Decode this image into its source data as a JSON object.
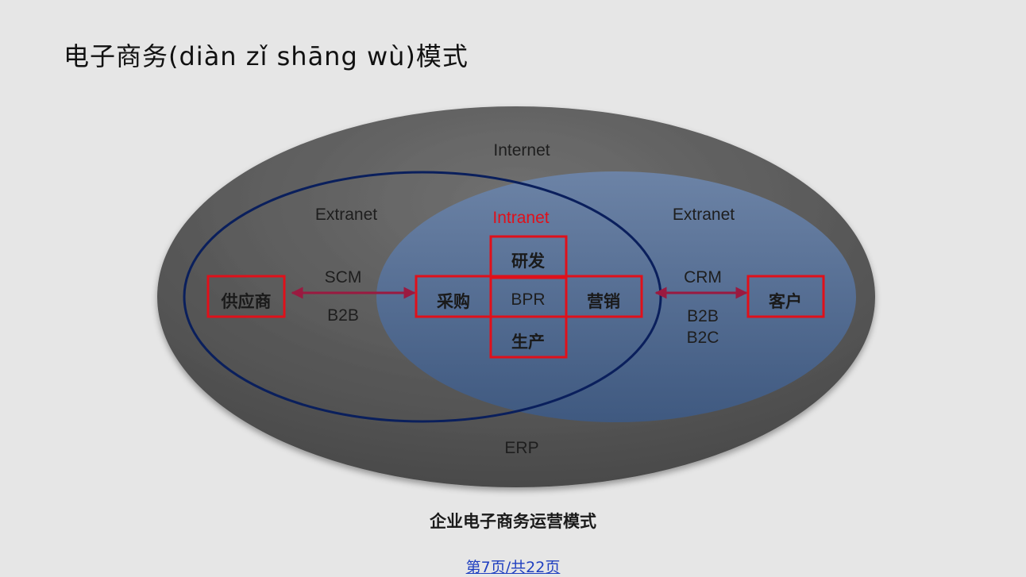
{
  "slide": {
    "title": "电子商务(diàn zǐ shāng wù)模式",
    "caption": "企业电子商务运营模式",
    "footer": {
      "prefix": "第",
      "page": "7",
      "middle": "页/共",
      "total": "22",
      "suffix": "页"
    }
  },
  "diagram": {
    "internet_label": "Internet",
    "erp_label": "ERP",
    "extranet_left_label": "Extranet",
    "extranet_right_label": "Extranet",
    "intranet_label": "Intranet",
    "scm_label": "SCM",
    "b2b_left_label": "B2B",
    "crm_label": "CRM",
    "b2b_right_label": "B2B",
    "b2c_label": "B2C",
    "bpr_label": "BPR",
    "boxes": {
      "supplier": "供应商",
      "purchasing": "采购",
      "rnd": "研发",
      "marketing": "营销",
      "production": "生产",
      "customer": "客户"
    }
  },
  "colors": {
    "highlight_red": "#e0101a",
    "intranet_red": "#e0101a",
    "arrow_maroon": "#9a1a40",
    "outline_navy": "#0a1f5c",
    "footer_blue": "#1f3fc0"
  }
}
